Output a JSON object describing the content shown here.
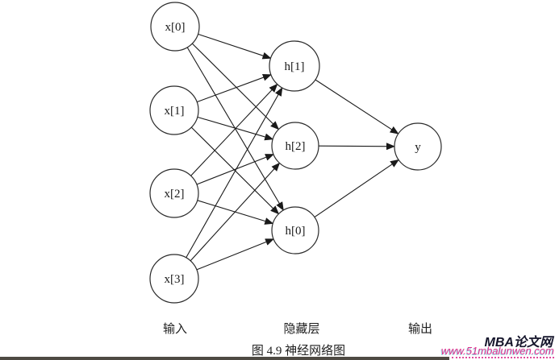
{
  "diagram": {
    "nodes": {
      "inputs": [
        "x[0]",
        "x[1]",
        "x[2]",
        "x[3]"
      ],
      "hidden": [
        "h[1]",
        "h[2]",
        "h[0]"
      ],
      "output": "y"
    },
    "edges": [
      {
        "from": "x[0]",
        "to": "h[1]"
      },
      {
        "from": "x[0]",
        "to": "h[2]"
      },
      {
        "from": "x[0]",
        "to": "h[0]"
      },
      {
        "from": "x[1]",
        "to": "h[1]"
      },
      {
        "from": "x[1]",
        "to": "h[2]"
      },
      {
        "from": "x[1]",
        "to": "h[0]"
      },
      {
        "from": "x[2]",
        "to": "h[1]"
      },
      {
        "from": "x[2]",
        "to": "h[2]"
      },
      {
        "from": "x[2]",
        "to": "h[0]"
      },
      {
        "from": "x[3]",
        "to": "h[1]"
      },
      {
        "from": "x[3]",
        "to": "h[2]"
      },
      {
        "from": "x[3]",
        "to": "h[0]"
      },
      {
        "from": "h[1]",
        "to": "y"
      },
      {
        "from": "h[2]",
        "to": "y"
      },
      {
        "from": "h[0]",
        "to": "y"
      }
    ],
    "layers": {
      "input_label": "输入",
      "hidden_label": "隐藏层",
      "output_label": "输出"
    },
    "caption": "图 4.9 神经网络图"
  },
  "watermark": {
    "brand": "MBA论文网",
    "url": "www.51mbalunwen.com",
    "brand_color": "#15152b",
    "url_color": "#e5338f"
  },
  "colors": {
    "node_stroke": "#2a2a2a",
    "edge_stroke": "#1a1a1a",
    "bottom_rule": "#4e4a43"
  }
}
